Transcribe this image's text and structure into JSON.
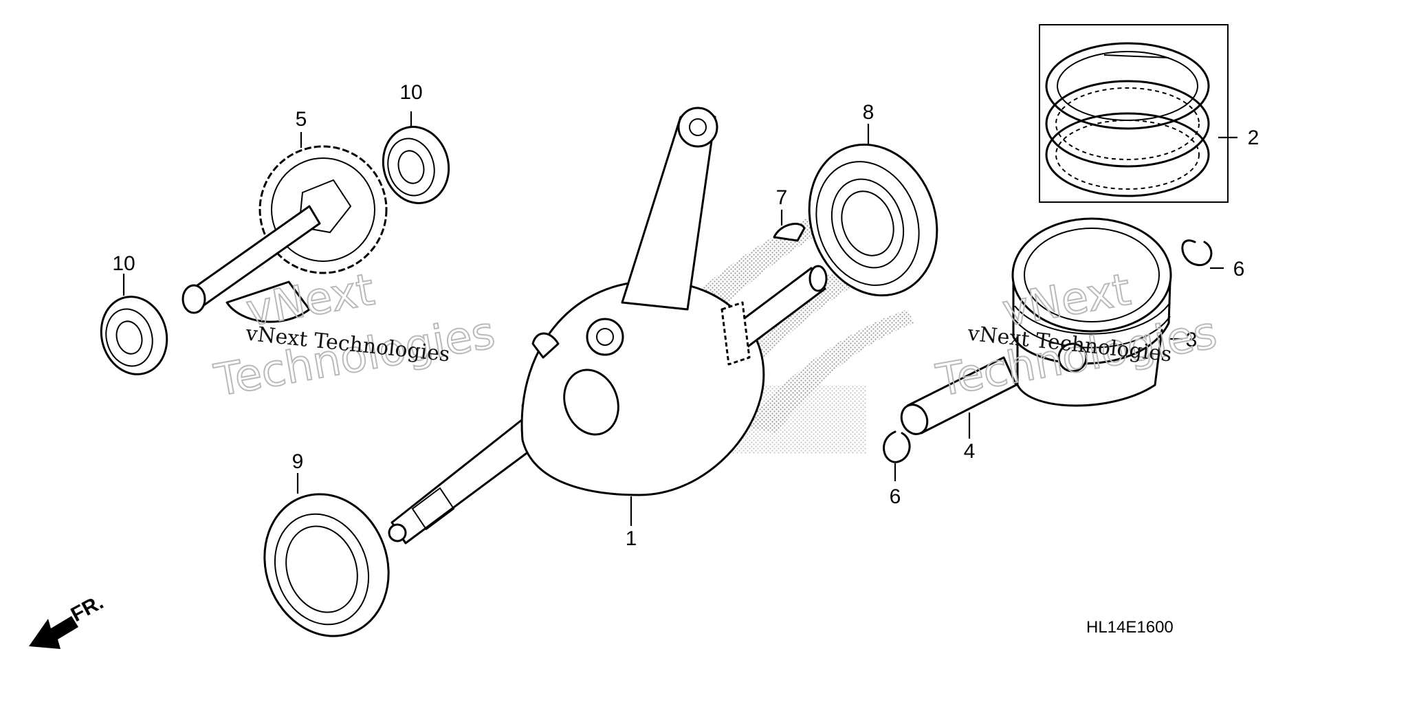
{
  "diagram_code": "HL14E1600",
  "front_marker": "FR.",
  "watermark": {
    "line": "vNext Technologies",
    "big_word_1": "vNext",
    "big_word_2": "Technologies"
  },
  "callouts": {
    "crankshaft": "1",
    "piston_ring_set": "2",
    "piston": "3",
    "piston_pin": "4",
    "balancer_gear": "5",
    "pin_clip_right": "6",
    "pin_clip_bottom": "6",
    "woodruff_key": "7",
    "bearing_right": "8",
    "oil_seal": "9",
    "bearing_upper": "10",
    "bearing_left": "10"
  }
}
